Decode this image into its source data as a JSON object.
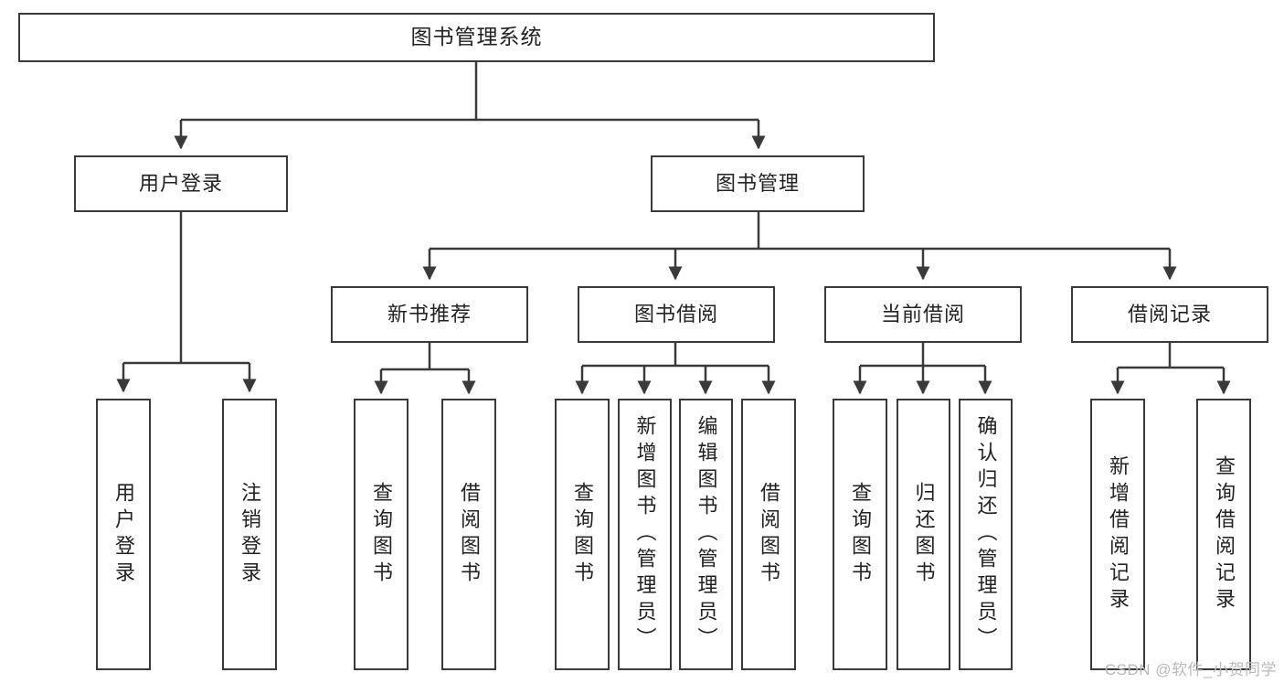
{
  "diagram": {
    "type": "tree-hierarchy-chart",
    "title": "图书管理系统",
    "watermark": "CSDN @软件_小贺同学",
    "style": {
      "box_border": "#3a3a3a",
      "box_fill": "#ffffff",
      "edge_color": "#3a3a3a",
      "text": "#222222"
    },
    "levels": {
      "root": {
        "label": "图书管理系统"
      },
      "level2": [
        {
          "label": "用户登录"
        },
        {
          "label": "图书管理"
        }
      ],
      "level3": [
        {
          "label": "新书推荐"
        },
        {
          "label": "图书借阅"
        },
        {
          "label": "当前借阅"
        },
        {
          "label": "借阅记录"
        }
      ],
      "leaves": {
        "user_login": [
          {
            "label": "用户登录"
          },
          {
            "label": "注销登录"
          }
        ],
        "new_book_recommend": [
          {
            "label": "查询图书"
          },
          {
            "label": "借阅图书"
          }
        ],
        "book_borrow": [
          {
            "label": "查询图书"
          },
          {
            "label": "新增图书（管理员）"
          },
          {
            "label": "编辑图书（管理员）"
          },
          {
            "label": "借阅图书"
          }
        ],
        "current_borrow": [
          {
            "label": "查询图书"
          },
          {
            "label": "归还图书"
          },
          {
            "label": "确认归还（管理员）"
          }
        ],
        "borrow_record": [
          {
            "label": "新增借阅记录"
          },
          {
            "label": "查询借阅记录"
          }
        ]
      }
    }
  }
}
